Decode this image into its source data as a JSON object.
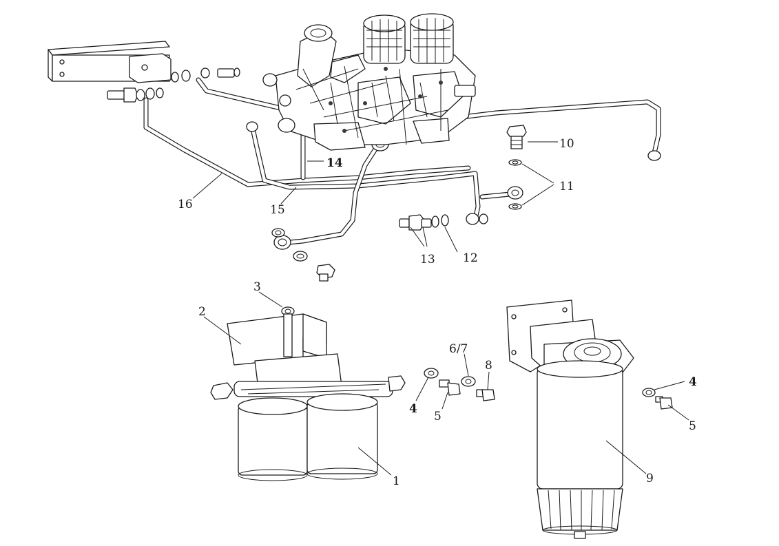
{
  "callouts": [
    {
      "id": "1",
      "label": "1"
    },
    {
      "id": "2",
      "label": "2"
    },
    {
      "id": "3",
      "label": "3"
    },
    {
      "id": "4a",
      "label": "4"
    },
    {
      "id": "5a",
      "label": "5"
    },
    {
      "id": "67",
      "label": "6/7"
    },
    {
      "id": "8",
      "label": "8"
    },
    {
      "id": "9",
      "label": "9"
    },
    {
      "id": "4b",
      "label": "4"
    },
    {
      "id": "5b",
      "label": "5"
    },
    {
      "id": "10",
      "label": "10"
    },
    {
      "id": "11",
      "label": "11"
    },
    {
      "id": "12",
      "label": "12"
    },
    {
      "id": "13",
      "label": "13"
    },
    {
      "id": "14",
      "label": "14"
    },
    {
      "id": "15",
      "label": "15"
    },
    {
      "id": "16",
      "label": "16"
    }
  ]
}
